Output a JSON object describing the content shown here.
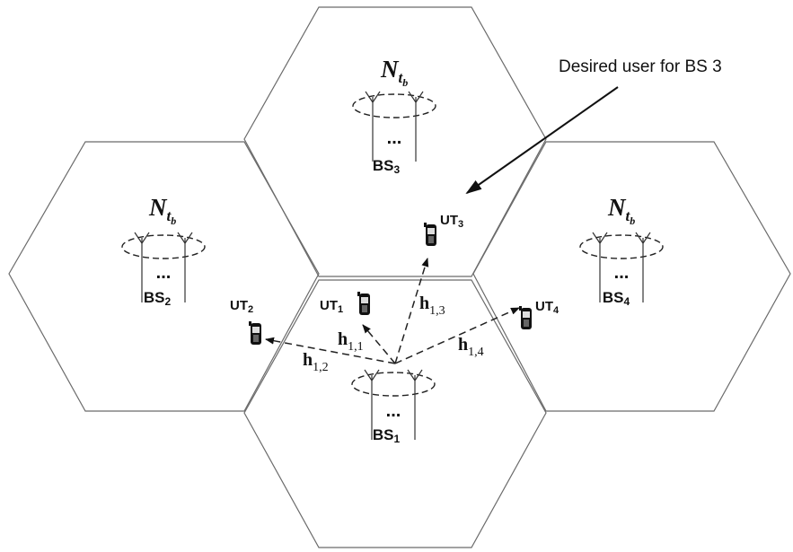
{
  "annotation": "Desired user for BS 3",
  "n_tb": {
    "main": "N",
    "sub": "t",
    "subsub": "b"
  },
  "ellipsis": "...",
  "base_stations": [
    {
      "prefix": "BS",
      "sub": "1"
    },
    {
      "prefix": "BS",
      "sub": "2"
    },
    {
      "prefix": "BS",
      "sub": "3"
    },
    {
      "prefix": "BS",
      "sub": "4"
    }
  ],
  "users": [
    {
      "prefix": "UT",
      "sub": "1"
    },
    {
      "prefix": "UT",
      "sub": "2"
    },
    {
      "prefix": "UT",
      "sub": "3"
    },
    {
      "prefix": "UT",
      "sub": "4"
    }
  ],
  "channels": [
    {
      "h": "h",
      "sub": "1,1"
    },
    {
      "h": "h",
      "sub": "1,2"
    },
    {
      "h": "h",
      "sub": "1,3"
    },
    {
      "h": "h",
      "sub": "1,4"
    }
  ]
}
